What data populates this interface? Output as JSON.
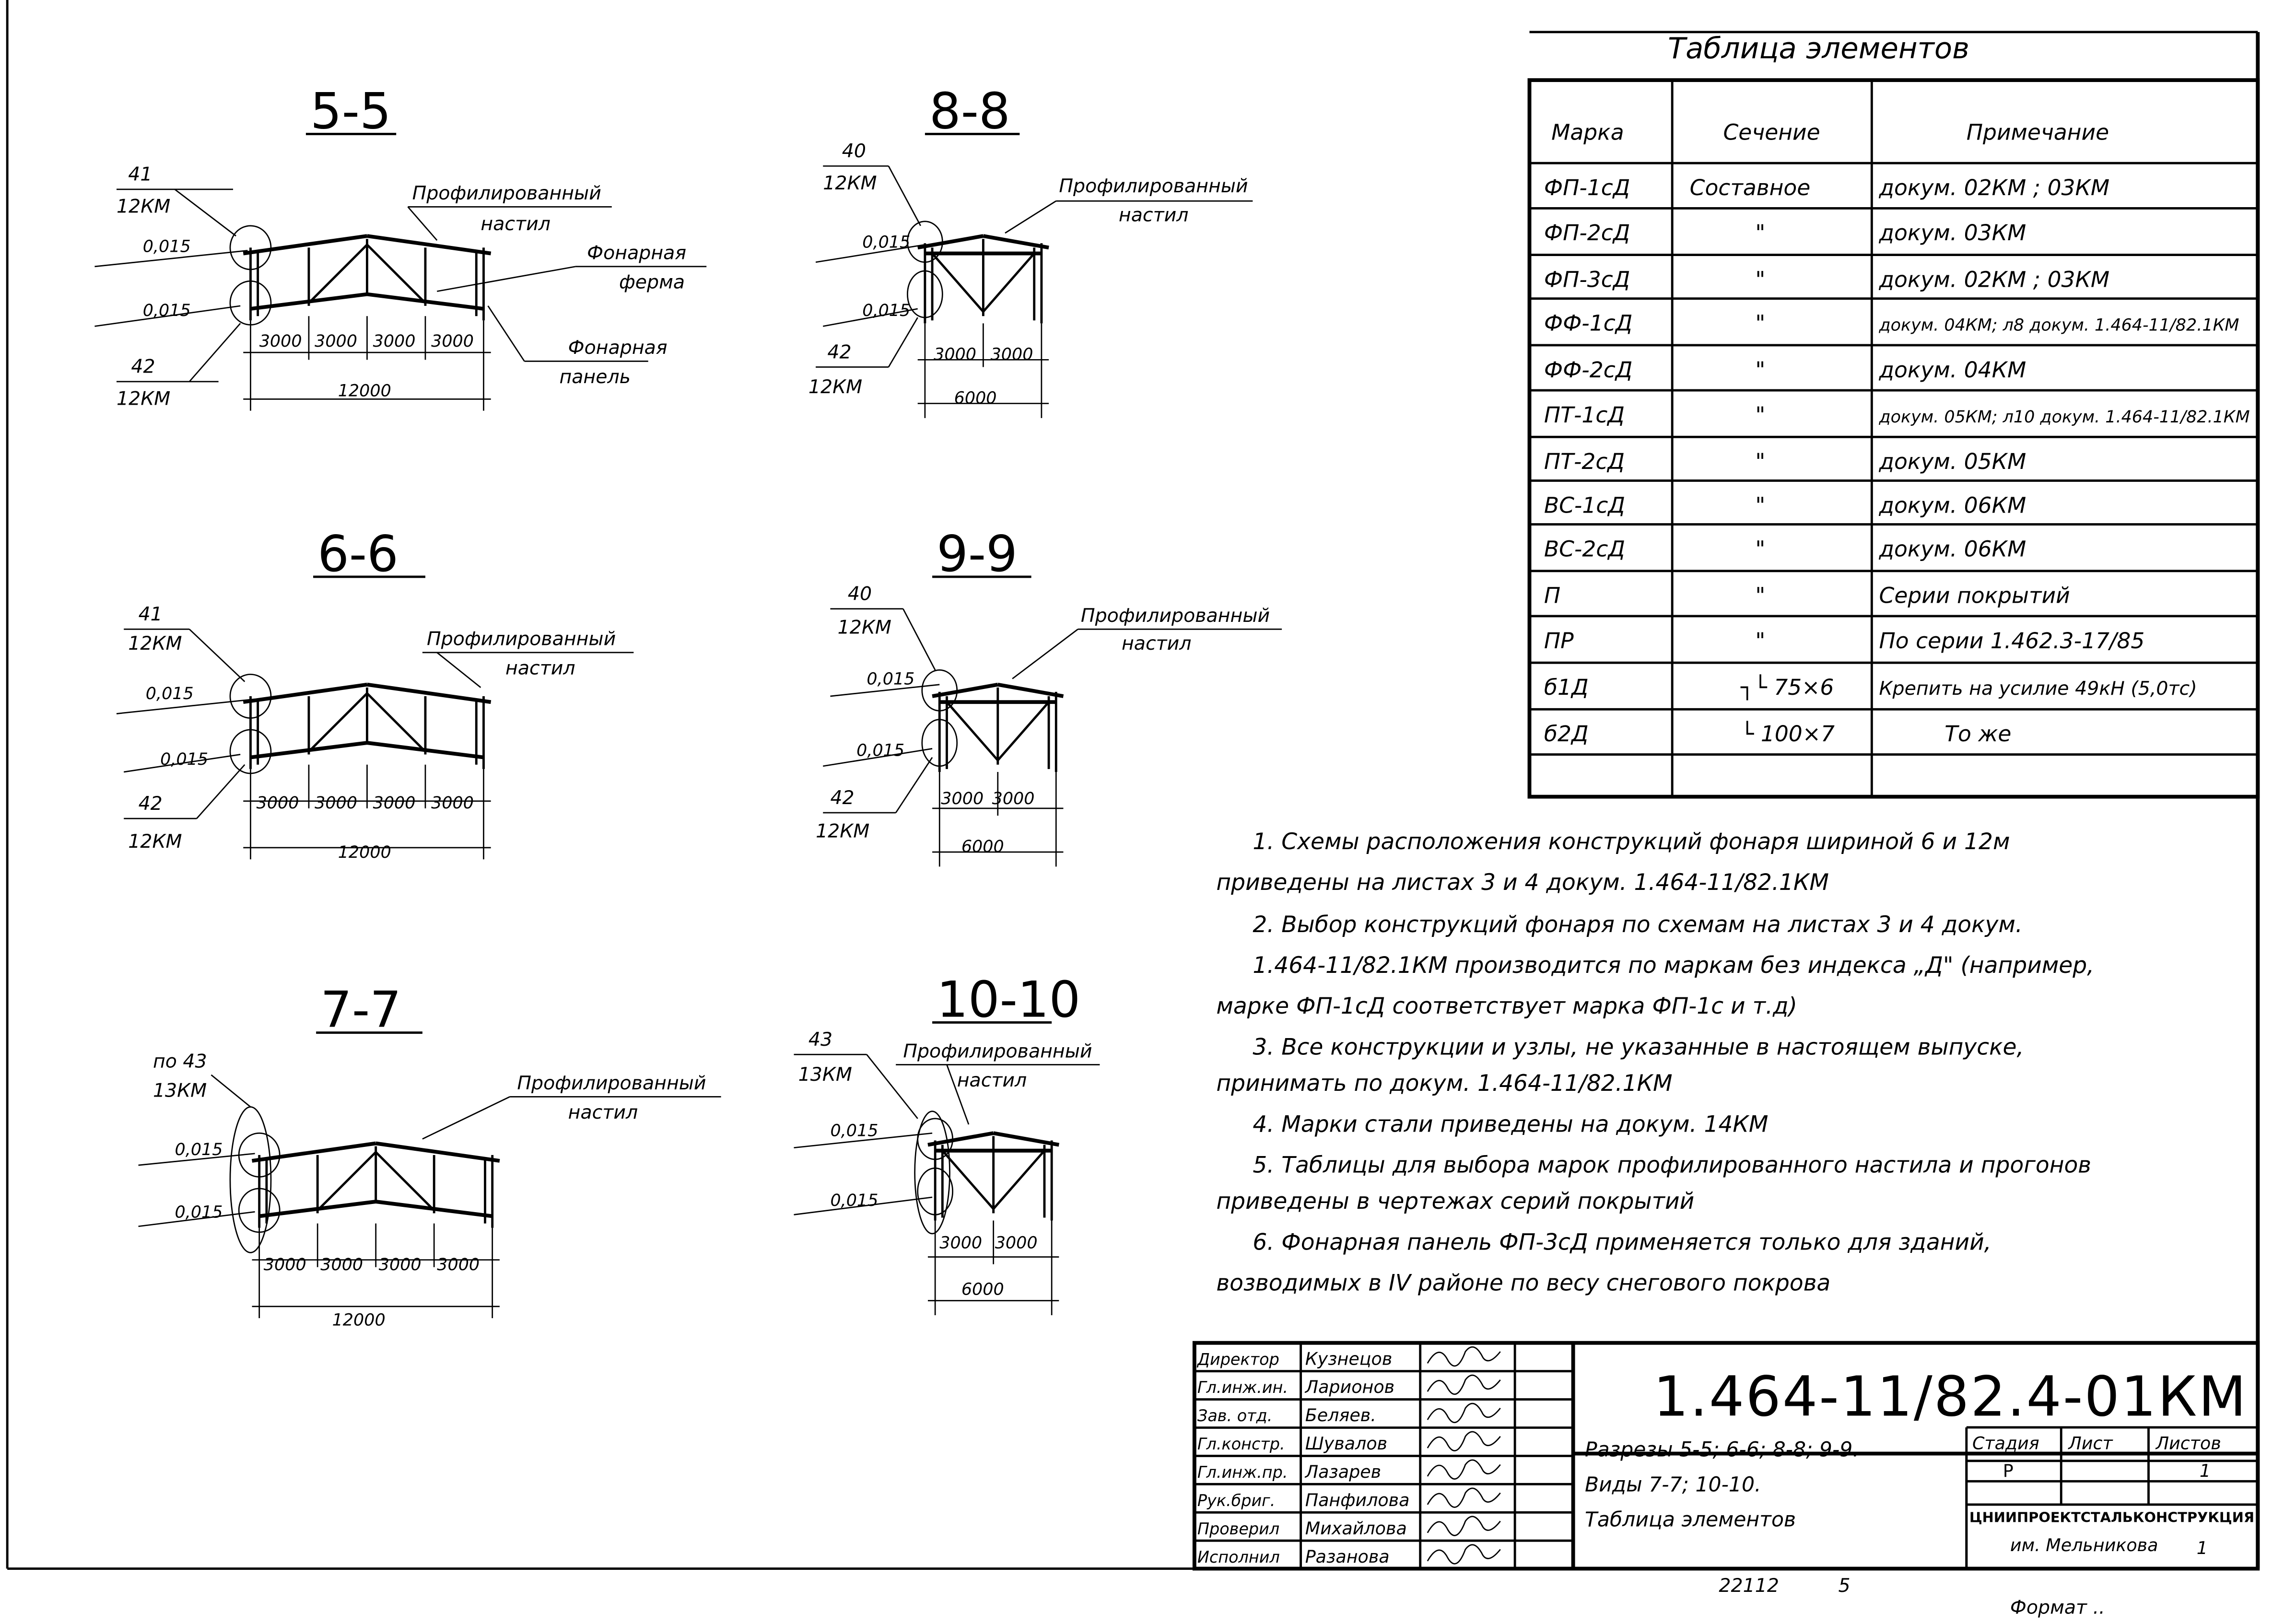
{
  "sections": {
    "s55": {
      "title": "5-5",
      "mark_top": "41",
      "sheet_top": "12КМ",
      "mark_bot": "42",
      "sheet_bot": "12КМ",
      "elev1": "0,015",
      "elev2": "0,015",
      "deck1": "Профилированный",
      "deck2": "настил",
      "truss1": "Фонарная",
      "truss2": "ферма",
      "panel1": "Фонарная",
      "panel2": "панель",
      "dims": [
        "3000",
        "3000",
        "3000",
        "3000"
      ],
      "total": "12000"
    },
    "s66": {
      "title": "6-6",
      "mark_top": "41",
      "sheet_top": "12КМ",
      "mark_bot": "42",
      "sheet_bot": "12КМ",
      "elev1": "0,015",
      "elev2": "0,015",
      "deck1": "Профилированный",
      "deck2": "настил",
      "dims": [
        "3000",
        "3000",
        "3000",
        "3000"
      ],
      "total": "12000"
    },
    "s77": {
      "title": "7-7",
      "mark_top": "по 43",
      "sheet_top": "13КМ",
      "elev1": "0,015",
      "elev2": "0,015",
      "deck1": "Профилированный",
      "deck2": "настил",
      "dims": [
        "3000",
        "3000",
        "3000",
        "3000"
      ],
      "total": "12000"
    },
    "s88": {
      "title": "8-8",
      "mark_top": "40",
      "sheet_top": "12КМ",
      "mark_bot": "42",
      "sheet_bot": "12КМ",
      "elev1": "0,015",
      "elev2": "0,015",
      "deck1": "Профилированный",
      "deck2": "настил",
      "dims": [
        "3000",
        "3000"
      ],
      "total": "6000"
    },
    "s99": {
      "title": "9-9",
      "mark_top": "40",
      "sheet_top": "12КМ",
      "mark_bot": "42",
      "sheet_bot": "12КМ",
      "elev1": "0,015",
      "elev2": "0,015",
      "deck1": "Профилированный",
      "deck2": "настил",
      "dims": [
        "3000",
        "3000"
      ],
      "total": "6000"
    },
    "s1010": {
      "title": "10-10",
      "mark_top": "43",
      "sheet_top": "13КМ",
      "elev1": "0,015",
      "elev2": "0,015",
      "deck1": "Профилированный",
      "deck2": "настил",
      "dims": [
        "3000",
        "3000"
      ],
      "total": "6000"
    }
  },
  "table": {
    "title": "Таблица элементов",
    "headers": [
      "Марка",
      "Сечение",
      "Примечание"
    ],
    "rows": [
      [
        "ФП-1сД",
        "Составное",
        "докум. 02КМ ; 03КМ"
      ],
      [
        "ФП-2сД",
        "\"",
        "докум. 03КМ"
      ],
      [
        "ФП-3сД",
        "\"",
        "докум. 02КМ ; 03КМ"
      ],
      [
        "ФФ-1сД",
        "\"",
        "докум. 04КМ; л8 докум. 1.464-11/82.1КМ"
      ],
      [
        "ФФ-2сД",
        "\"",
        "докум. 04КМ"
      ],
      [
        "ПТ-1сД",
        "\"",
        "докум. 05КМ; л10 докум. 1.464-11/82.1КМ"
      ],
      [
        "ПТ-2сД",
        "\"",
        "докум. 05КМ"
      ],
      [
        "ВС-1сД",
        "\"",
        "докум. 06КМ"
      ],
      [
        "ВС-2сД",
        "\"",
        "докум. 06КМ"
      ],
      [
        "П",
        "\"",
        "Серии покрытий"
      ],
      [
        "ПР",
        "\"",
        "По серии 1.462.3-17/85"
      ],
      [
        "б1Д",
        "┐└ 75×6",
        "Крепить на усилие 49кН (5,0тс)"
      ],
      [
        "б2Д",
        "└ 100×7",
        "То же"
      ]
    ]
  },
  "notes": [
    "1. Схемы расположения конструкций фонаря шириной 6 и 12м",
    "приведены на листах 3 и 4 докум. 1.464-11/82.1КМ",
    "2. Выбор конструкций фонаря по схемам на листах 3 и 4 докум.",
    "1.464-11/82.1КМ производится по маркам без индекса „Д\" (например,",
    "марке ФП-1сД соответствует марка ФП-1с и т.д)",
    "3. Все конструкции и узлы, не указанные в настоящем выпуске,",
    "принимать по докум. 1.464-11/82.1КМ",
    "4. Марки стали приведены на докум. 14КМ",
    "5. Таблицы для выбора марок профилированного настила и прогонов",
    "приведены в чертежах серий покрытий",
    "6. Фонарная панель ФП-3сД применяется только для зданий,",
    "возводимых в IV районе по весу снегового покрова"
  ],
  "title_block": {
    "signatures": [
      [
        "Директор",
        "Кузнецов"
      ],
      [
        "Гл.инж.ин.",
        "Ларионов"
      ],
      [
        "Зав. отд.",
        "Беляев."
      ],
      [
        "Гл.констр.",
        "Шувалов"
      ],
      [
        "Гл.инж.пр.",
        "Лазарев"
      ],
      [
        "Рук.бриг.",
        "Панфилова"
      ],
      [
        "Проверил",
        "Михайлова"
      ],
      [
        "Исполнил",
        "Разанова"
      ]
    ],
    "code": "1.464-11/82.4-01КМ",
    "desc": [
      "Разрезы 5-5; 6-6; 8-8; 9-9.",
      "Виды 7-7; 10-10.",
      "Таблица элементов"
    ],
    "stage_label": "Стадия",
    "sheet_label": "Лист",
    "sheets_label": "Листов",
    "stage": "Р",
    "sheets": "1",
    "org1": "ЦНИИПРОЕКТСТАЛЬКОНСТРУКЦИЯ",
    "org2": "им. Мельникова",
    "org_num": "1"
  },
  "footer": {
    "archive": "22112",
    "page": "5",
    "format": "Формат .."
  }
}
